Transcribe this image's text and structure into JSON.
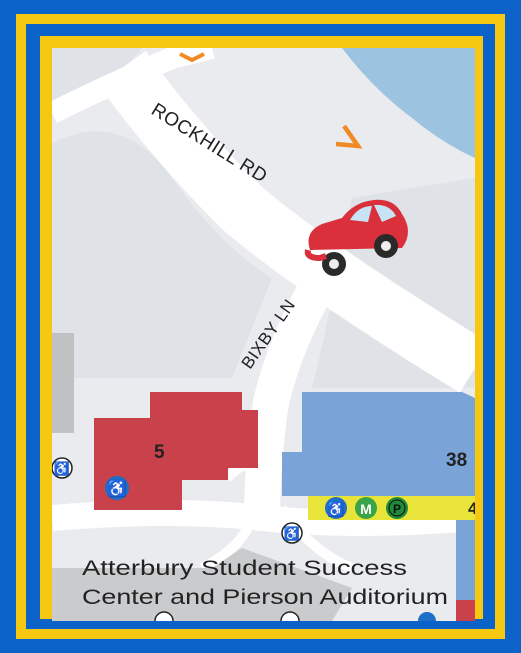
{
  "map": {
    "roads": [
      {
        "name": "ROCKHILL RD"
      },
      {
        "name": "BIXBY LN"
      }
    ],
    "buildings": [
      {
        "number": "5",
        "color": "#c9414b"
      },
      {
        "number": "38",
        "color": "#7aa4d8"
      },
      {
        "number": "4",
        "color": "#e8e43a"
      }
    ],
    "place_label": {
      "line1": "Atterbury Student Success",
      "line2": "Center and Pierson Auditorium"
    },
    "icons": [
      "wheelchair-accessible-icon",
      "metro-bus-icon",
      "parking-icon",
      "car-icon",
      "direction-arrow-icon"
    ],
    "symbols": {
      "metro": "M",
      "parking": "P"
    }
  },
  "colors": {
    "frame_blue": "#0b63c9",
    "frame_yellow": "#f6c812",
    "water": "#9cc3e0",
    "car_red": "#d9303b",
    "arrow_orange": "#f08a24"
  }
}
